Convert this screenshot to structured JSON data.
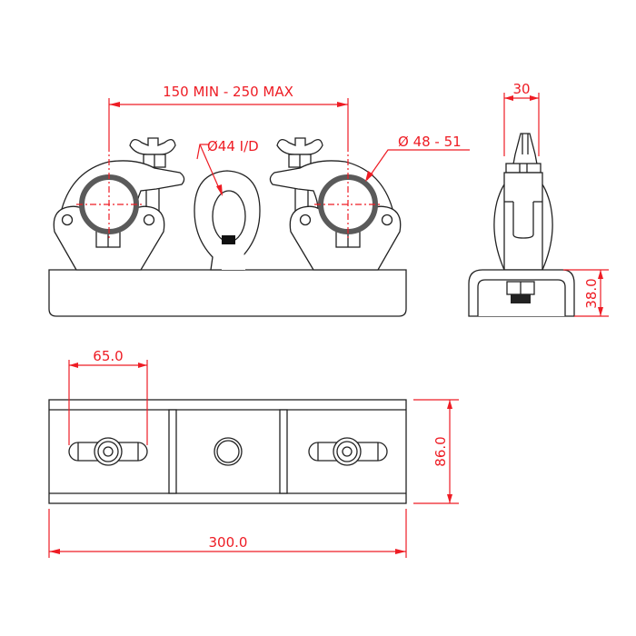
{
  "drawing": {
    "title": "Half coupler trussing adapter with eye nut - dimensional drawing",
    "views": [
      "front",
      "side",
      "top"
    ],
    "colors": {
      "outline": "#222222",
      "dimension": "#ee1c24",
      "tube": "#5a5a5a",
      "background": "#ffffff"
    },
    "units": "mm"
  },
  "dimensions": {
    "coupler_spacing": "150 MIN - 250 MAX",
    "eye_inner_diameter": "Ø44 I/D",
    "tube_diameter": "Ø 48 - 51",
    "side_width": "30",
    "side_height": "38.0",
    "slot_offset": "65.0",
    "plate_width": "86.0",
    "plate_length": "300.0"
  }
}
